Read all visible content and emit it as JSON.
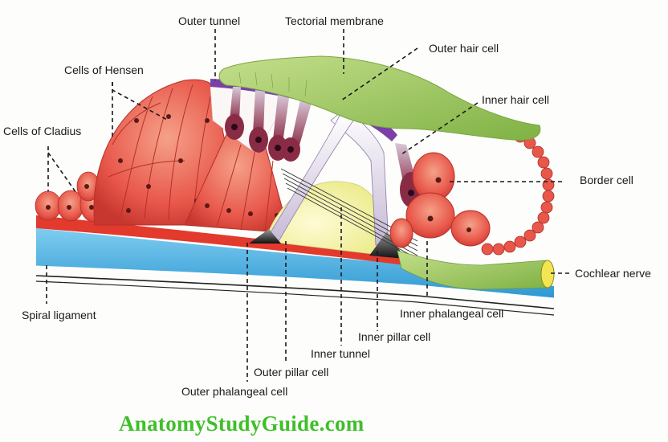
{
  "labels": {
    "outer_tunnel": "Outer tunnel",
    "tectorial_membrane": "Tectorial membrane",
    "outer_hair_cell": "Outer hair cell",
    "cells_of_hensen": "Cells of Hensen",
    "inner_hair_cell": "Inner hair cell",
    "cells_of_cladius": "Cells of Cladius",
    "border_cell": "Border cell",
    "cochlear_nerve": "Cochlear nerve",
    "spiral_ligament": "Spiral ligament",
    "inner_phalangeal_cell": "Inner phalangeal cell",
    "inner_pillar_cell": "Inner pillar cell",
    "inner_tunnel": "Inner tunnel",
    "outer_pillar_cell": "Outer pillar cell",
    "outer_phalangeal_cell": "Outer phalangeal cell"
  },
  "watermark": "AnatomyStudyGuide.com",
  "colors": {
    "cell_red": "#e8574a",
    "basilar_blue": "#3aa9df",
    "tectorial_green": "#9cc65a",
    "reticular_purple": "#7b3fa8",
    "hair_cell_maroon": "#8a2b45",
    "tunnel_yellow": "#f4f2a6",
    "nerve_green": "#b9d77a",
    "watermark_green": "#3fbf2a"
  }
}
